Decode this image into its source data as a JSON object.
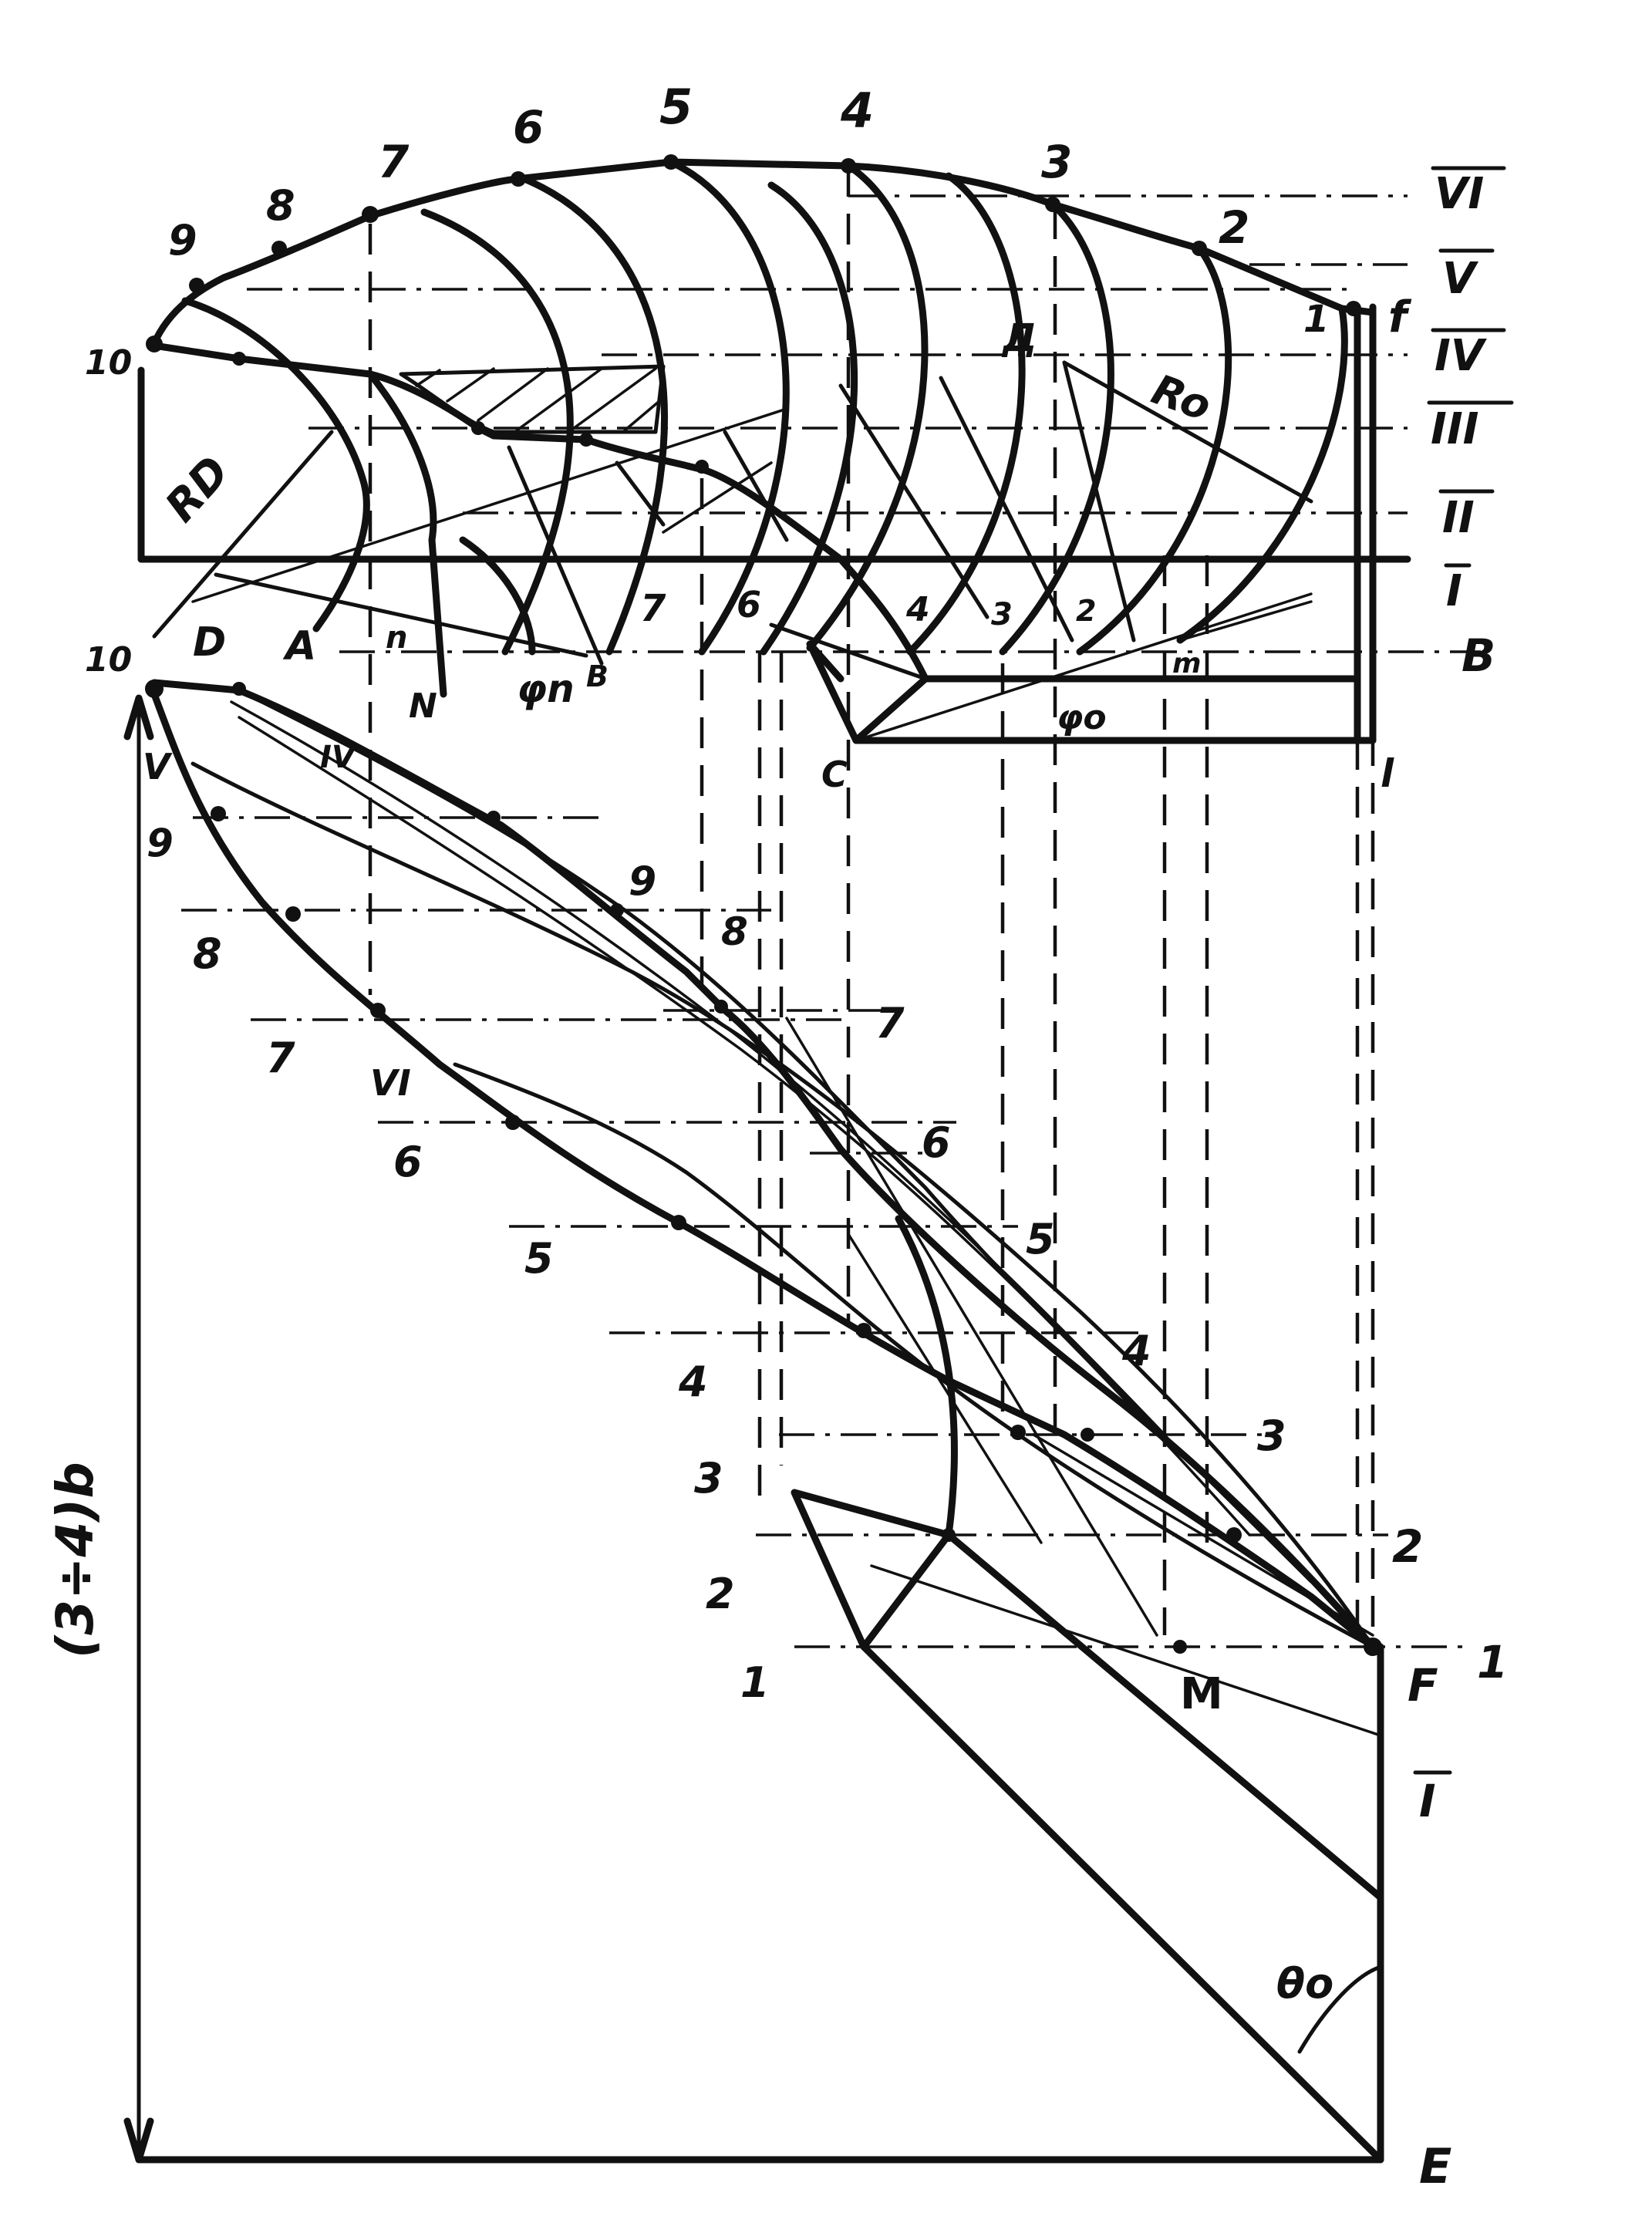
{
  "labels": {
    "top_points": [
      "10",
      "9",
      "8",
      "7",
      "6",
      "5",
      "4",
      "3",
      "2",
      "1"
    ],
    "roman_right": [
      "VI",
      "V",
      "IV",
      "III",
      "II",
      "I"
    ],
    "f": "f",
    "d_cyr": "Д",
    "r_o": "Ro",
    "r_d": "RD",
    "b_right": "B",
    "D": "D",
    "A": "A",
    "n": "n",
    "B_small": "B",
    "phi_n": "φn",
    "N": "N",
    "C": "C",
    "phi_o": "φo",
    "l": "l",
    "m": "m",
    "inner_nums": [
      "7",
      "6",
      "4",
      "3",
      "2"
    ],
    "ten_lower": "10",
    "roman_left": [
      "V",
      "IV",
      "VI"
    ],
    "lower_left_nums": [
      "9",
      "8",
      "7",
      "6",
      "5",
      "4",
      "3",
      "2",
      "1"
    ],
    "lower_inner_nums": [
      "9",
      "8",
      "7",
      "6",
      "5",
      "4",
      "3",
      "2",
      "1"
    ],
    "M": "M",
    "F": "F",
    "I_low": "I",
    "theta": "θo",
    "E": "E",
    "dimension": "(3÷4)b"
  }
}
